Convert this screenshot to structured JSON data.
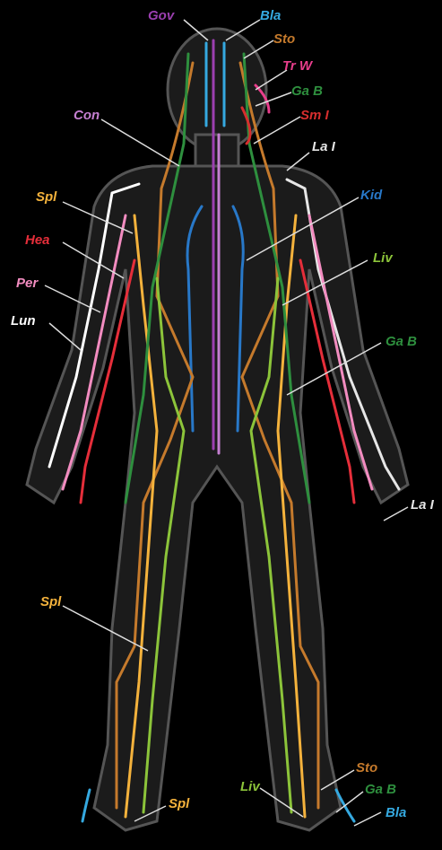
{
  "colors": {
    "background": "#000000",
    "body_fill": "#1a1a1a",
    "body_outline": "#5a5a5a",
    "gov": "#9b3fb0",
    "bla": "#35a9e0",
    "sto": "#c57a2c",
    "tr_w": "#e83e8c",
    "ga_b": "#2e8f3e",
    "sm_i": "#d62e2e",
    "la_i": "#e6e6e6",
    "con": "#c57fd1",
    "kid": "#2878c8",
    "spl": "#f4b23c",
    "liv": "#8cc43a",
    "hea": "#e52e3a",
    "per": "#f28cc0",
    "lun": "#ffffff"
  },
  "labels": {
    "gov": "Gov",
    "bla_top": "Bla",
    "sto_top": "Sto",
    "tr_w": "Tr W",
    "ga_b_top": "Ga B",
    "sm_i": "Sm I",
    "con": "Con",
    "la_i_top": "La I",
    "spl_arm": "Spl",
    "kid": "Kid",
    "hea": "Hea",
    "liv_arm": "Liv",
    "per": "Per",
    "lun": "Lun",
    "ga_b_mid": "Ga B",
    "la_i_hand": "La I",
    "spl_leg": "Spl",
    "sto_foot": "Sto",
    "liv_foot": "Liv",
    "ga_b_foot": "Ga B",
    "spl_foot": "Spl",
    "bla_foot": "Bla"
  }
}
